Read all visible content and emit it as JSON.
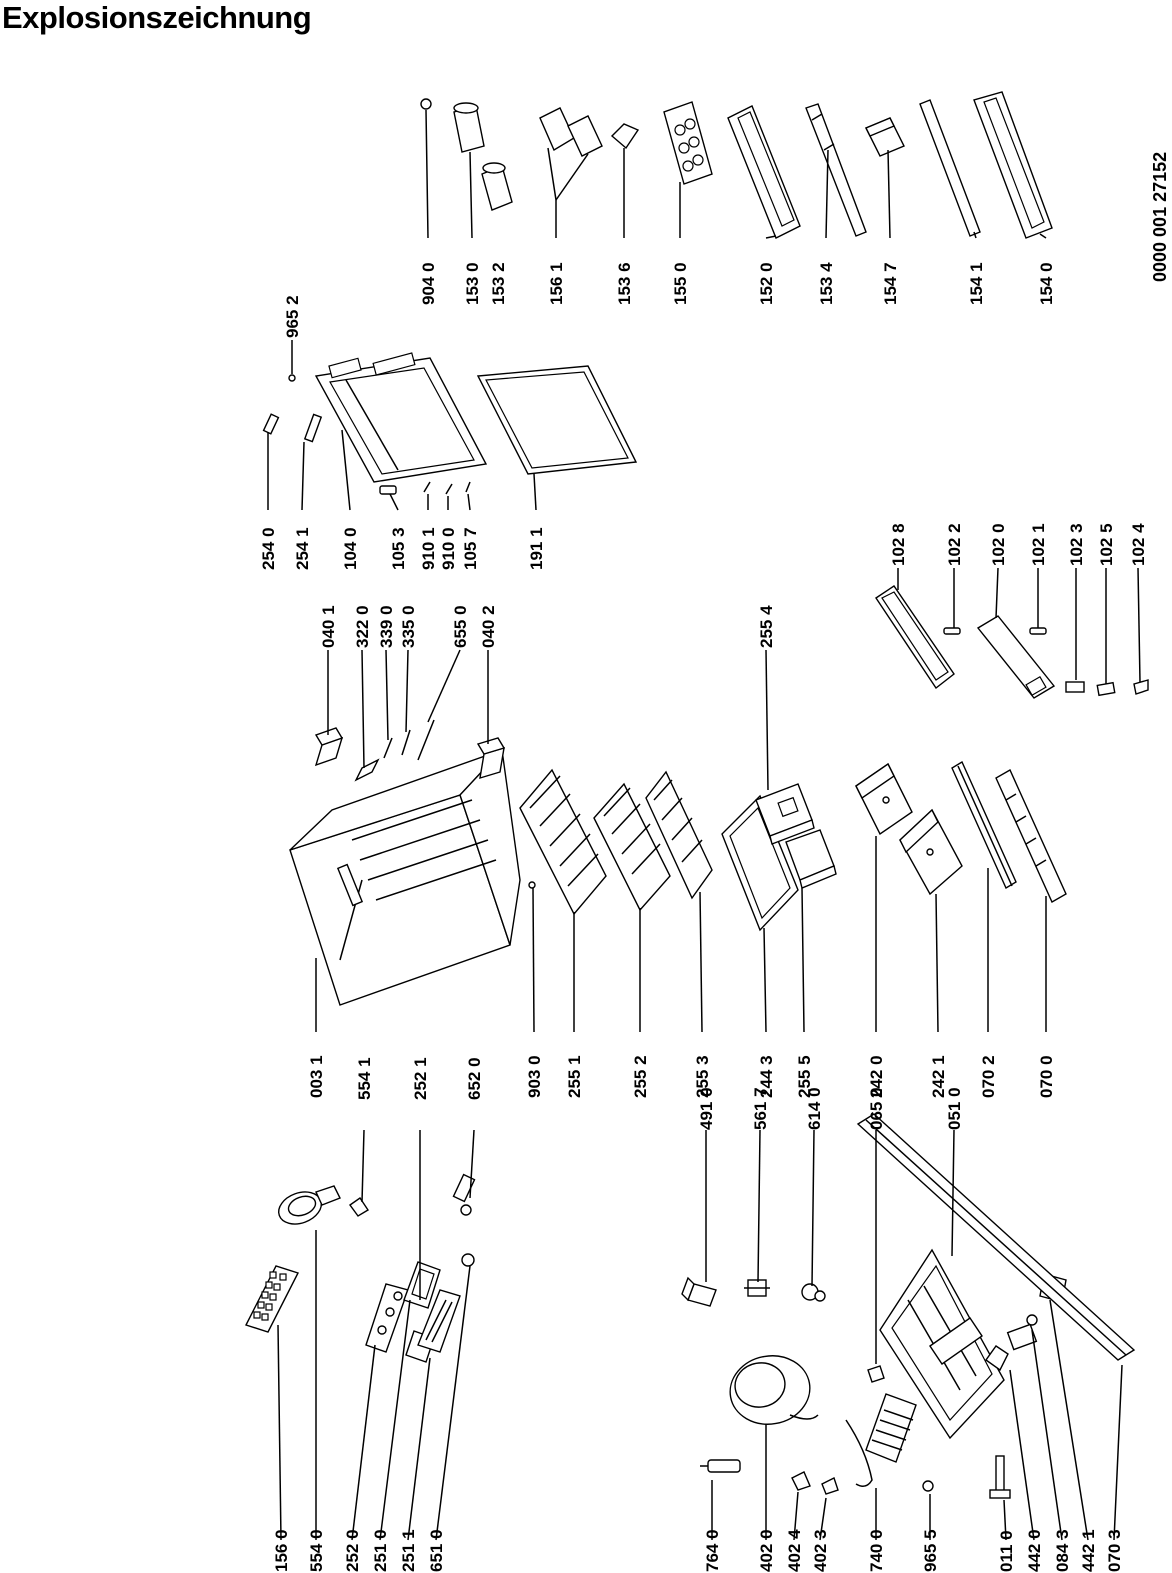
{
  "title": "Explosionszeichnung",
  "document_number": "0000 001 27152",
  "part_labels": [
    "156 0",
    "554 0",
    "252 0",
    "251 0",
    "251 1",
    "651 0",
    "764 0",
    "402 0",
    "402 4",
    "402 3",
    "740 0",
    "965 5",
    "011 0",
    "442 0",
    "084 3",
    "442 1",
    "070 3",
    "554 1",
    "252 1",
    "652 0",
    "491 0",
    "561 7",
    "614 0",
    "065 0",
    "051 0",
    "003 1",
    "903 0",
    "255 1",
    "255 2",
    "255 3",
    "244 3",
    "255 5",
    "242 0",
    "242 1",
    "070 2",
    "070 0",
    "040 1",
    "322 0",
    "339 0",
    "335 0",
    "655 0",
    "040 2",
    "255 4",
    "102 8",
    "102 2",
    "102 0",
    "102 1",
    "102 3",
    "102 5",
    "102 4",
    "254 0",
    "254 1",
    "104 0",
    "105 3",
    "910 1",
    "910 0",
    "105 7",
    "191 1",
    "965 2",
    "904 0",
    "153 0",
    "153 2",
    "156 1",
    "153 6",
    "155 0",
    "152 0",
    "153 4",
    "154 7",
    "154 1",
    "154 0"
  ]
}
